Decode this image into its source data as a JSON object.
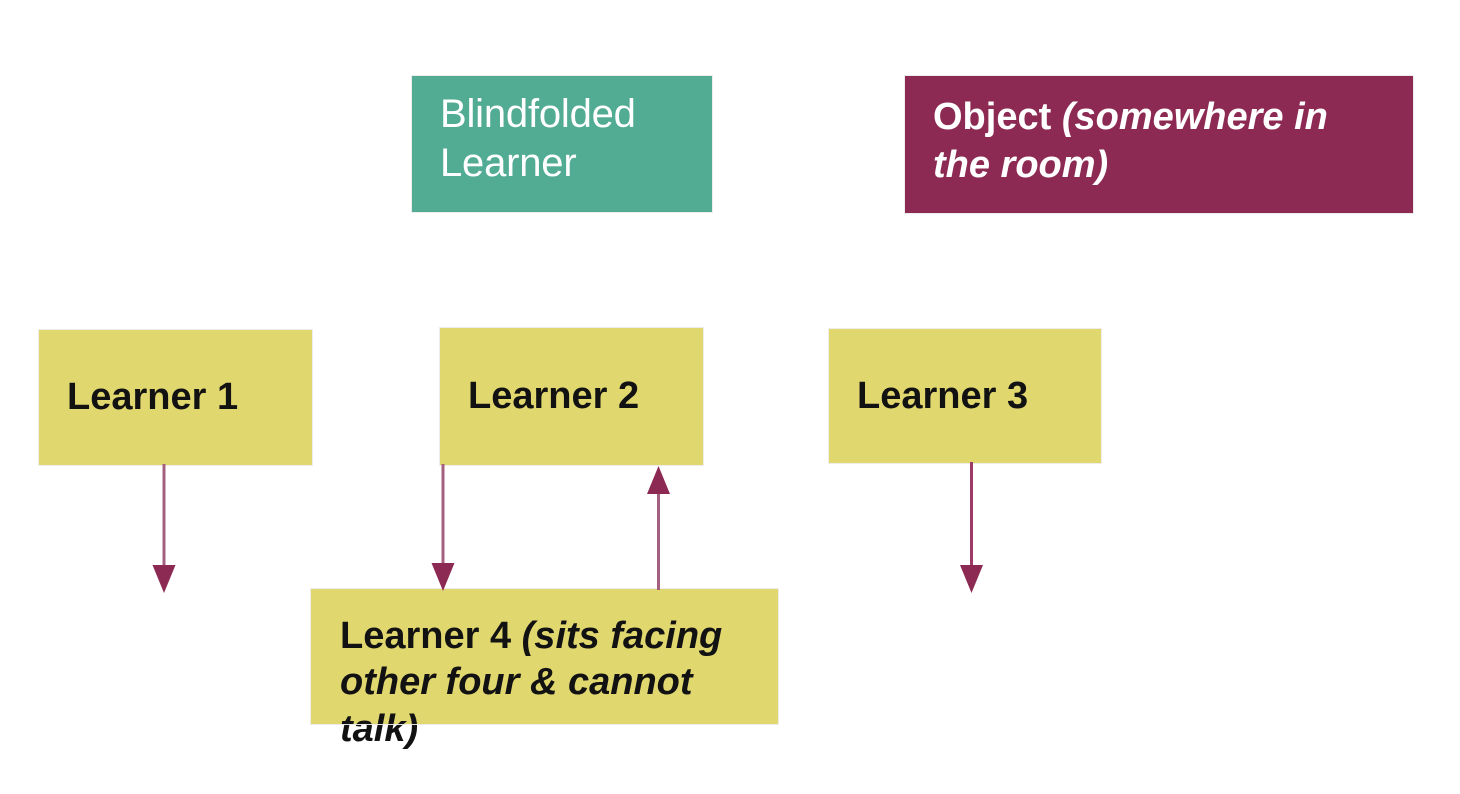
{
  "diagram": {
    "title": "Blindfolded learner group activity layout",
    "background_color": "#ffffff",
    "palette": {
      "teal": "#52ac94",
      "maroon": "#8d2a53",
      "yellow": "#e1d76f",
      "arrow_line_light": "#a4607f",
      "arrow_line_dark": "#8d2a53",
      "arrow_head": "#8d2a53",
      "text_dark": "#121212",
      "text_light": "#ffffff"
    },
    "nodes": {
      "blindfolded_learner": {
        "label": "Blindfolded Learner",
        "line1": "Blindfolded",
        "line2": "Learner"
      },
      "object": {
        "label_main": "Object",
        "label_note": "(somewhere in the room)",
        "space": " "
      },
      "learner1": {
        "label": "Learner 1"
      },
      "learner2": {
        "label": "Learner 2"
      },
      "learner3": {
        "label": "Learner 3"
      },
      "learner4": {
        "label_main": "Learner 4",
        "label_note": "(sits facing other four & cannot talk)",
        "space": " "
      }
    },
    "connectors": [
      {
        "name": "learner1-down-arrow",
        "direction": "down"
      },
      {
        "name": "learner2-down-arrow",
        "direction": "down"
      },
      {
        "name": "learner4-up-arrow",
        "direction": "up"
      },
      {
        "name": "learner3-down-arrow",
        "direction": "down"
      }
    ]
  }
}
